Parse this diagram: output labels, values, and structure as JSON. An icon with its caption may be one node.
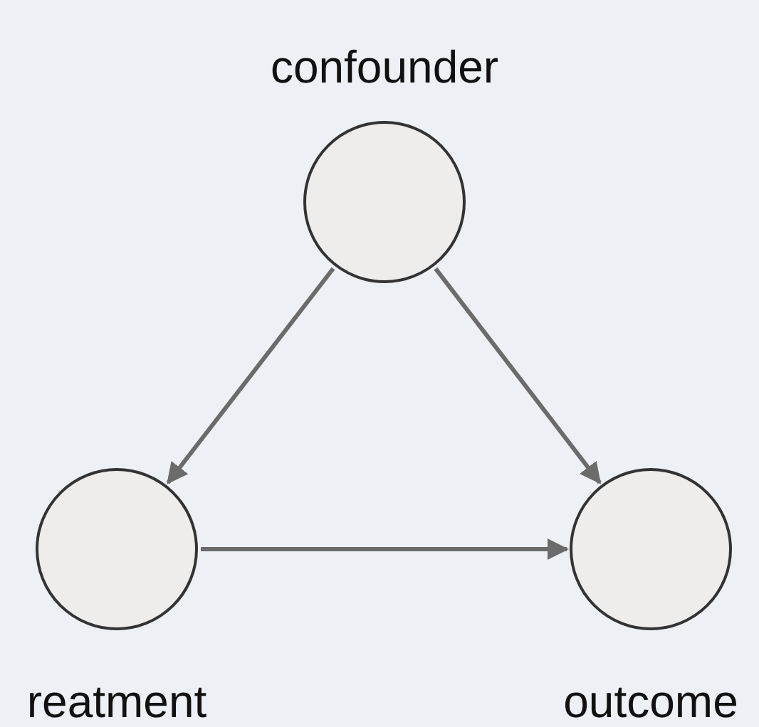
{
  "diagram": {
    "nodes": [
      {
        "text": [
          "confounder"
        ]
      },
      {
        "text": [
          "reatment"
        ]
      },
      {
        "text": [
          "outcome"
        ]
      }
    ],
    "edges": [
      {
        "from": 0,
        "to": 1,
        "arrow": "to"
      },
      {
        "from": 0,
        "to": 2,
        "arrow": "to"
      },
      {
        "from": 1,
        "to": 2,
        "arrow": "to"
      }
    ]
  }
}
